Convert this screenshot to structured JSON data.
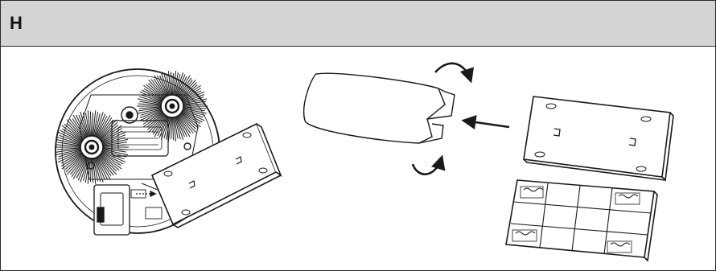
{
  "panel": {
    "letter": "H"
  },
  "colors": {
    "header_bg": "#d4d4d4",
    "line": "#1a1a1a",
    "panel_bg": "#ffffff"
  },
  "illustration": {
    "steps": [
      {
        "name": "robot-underside-with-filter-cover-removed"
      },
      {
        "name": "filter-sleeve-insertion"
      },
      {
        "name": "filter-frame-and-mesh-filter"
      }
    ],
    "icons": [
      "curved-arrow-icon",
      "straight-arrow-icon",
      "brush-icon",
      "wheel-icon",
      "filter-mesh-icon"
    ]
  }
}
